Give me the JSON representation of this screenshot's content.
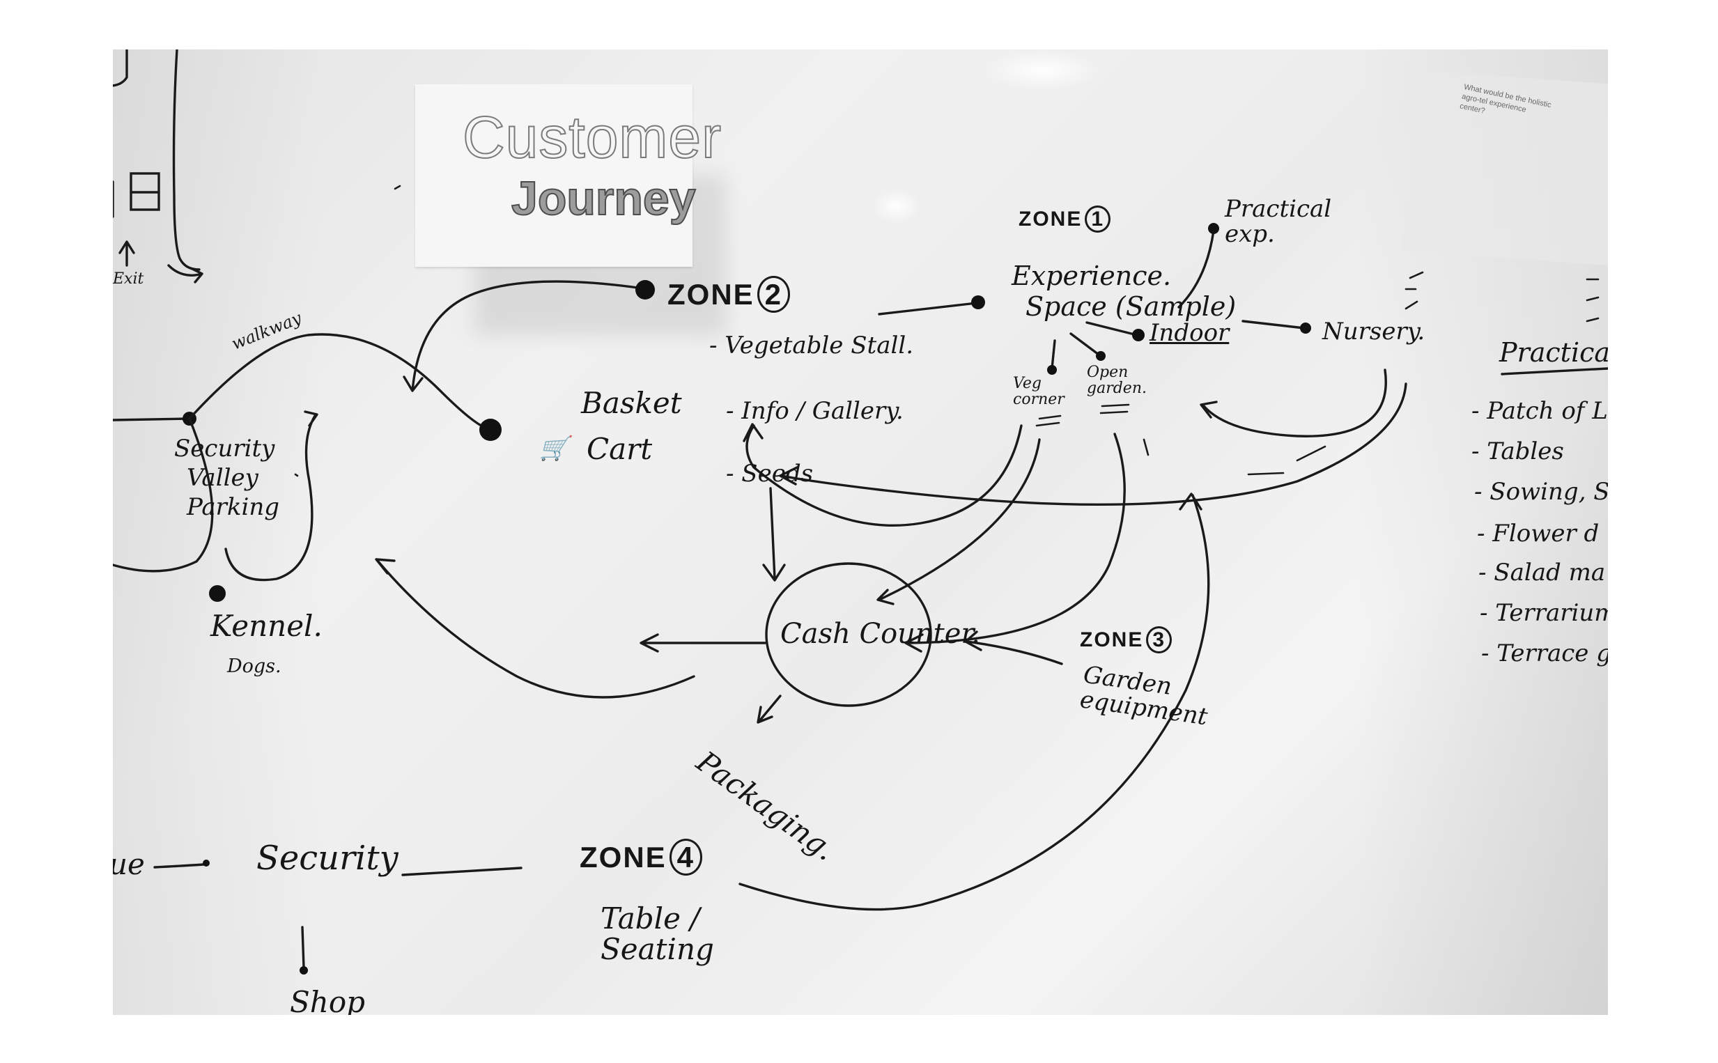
{
  "sticky_note": {
    "line1": "Customer",
    "line2": "Journey"
  },
  "corner_note": "What would be the holistic agro-tel experience center?",
  "zones": {
    "zone2": {
      "label": "ZONE",
      "number": "2",
      "items": [
        "- Vegetable Stall.",
        "- Info / Gallery.",
        "- Seeds"
      ]
    },
    "zone1": {
      "label": "ZONE",
      "number": "1",
      "title_line1": "Experience.",
      "title_line2": "Space (Sample)",
      "practical": "Practical exp.",
      "indoor": "Indoor",
      "nursery": "Nursery.",
      "veg": "Veg corner",
      "open_garden": "Open garden."
    },
    "zone3": {
      "label": "ZONE",
      "number": "3",
      "items": [
        "Garden equipment"
      ]
    },
    "zone4": {
      "label": "ZONE",
      "number": "4",
      "items": [
        "Table / Seating"
      ]
    }
  },
  "left_area": {
    "walkway": "walkway",
    "security": [
      "Security",
      "Valley",
      "Parking"
    ],
    "kennel": "Kennel.",
    "dogs": "Dogs.",
    "exit": "Exit"
  },
  "basket_cart": {
    "line1": "Basket",
    "line2": "Cart"
  },
  "cash_counter": "Cash Counter.",
  "packaging": "Packaging.",
  "bottom_row": {
    "prefix": "ue",
    "security": "Security",
    "shop": "Shop"
  },
  "practical_list": {
    "title": "Practical E",
    "items": [
      "- Patch of La",
      "- Tables",
      "- Sowing, S",
      "- Flower d",
      "- Salad ma",
      "- Terrarium",
      "- Terrace ga"
    ]
  }
}
